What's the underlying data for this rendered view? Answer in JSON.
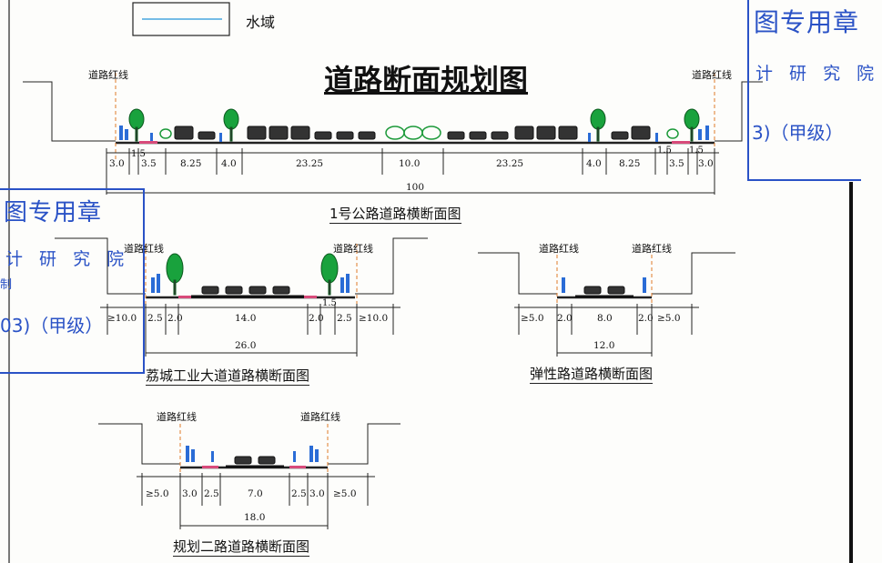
{
  "legend": {
    "water_label": "水域"
  },
  "main_title": "道路断面规划图",
  "red_line_label": "道路红线",
  "sections": [
    {
      "caption": "1号公路道路横断面图",
      "segments": [
        "3.0",
        "1.5",
        "3.5",
        "8.25",
        "4.0",
        "23.25",
        "10.0",
        "23.25",
        "4.0",
        "8.25",
        "1.5",
        "3.5",
        "1.5",
        "3.0"
      ],
      "total": "100"
    },
    {
      "caption": "荔城工业大道道路横断面图",
      "segments": [
        "≥10.0",
        "2.5",
        "2.0",
        "14.0",
        "2.0",
        "1.5",
        "2.5",
        "≥10.0"
      ],
      "total": "26.0"
    },
    {
      "caption": "弹性路道路横断面图",
      "segments": [
        "≥5.0",
        "2.0",
        "8.0",
        "2.0",
        "≥5.0"
      ],
      "total": "12.0"
    },
    {
      "caption": "规划二路道路横断面图",
      "segments": [
        "≥5.0",
        "3.0",
        "2.5",
        "7.0",
        "2.5",
        "3.0",
        "≥5.0"
      ],
      "total": "18.0"
    }
  ],
  "stamps": {
    "right": {
      "line1": "图专用章",
      "line2": "计 研 究 院",
      "line3": "3)（甲级）"
    },
    "left": {
      "line1": "图专用章",
      "line2": "计 研 究 院",
      "line3": "03)（甲级）",
      "frag": "制"
    }
  }
}
